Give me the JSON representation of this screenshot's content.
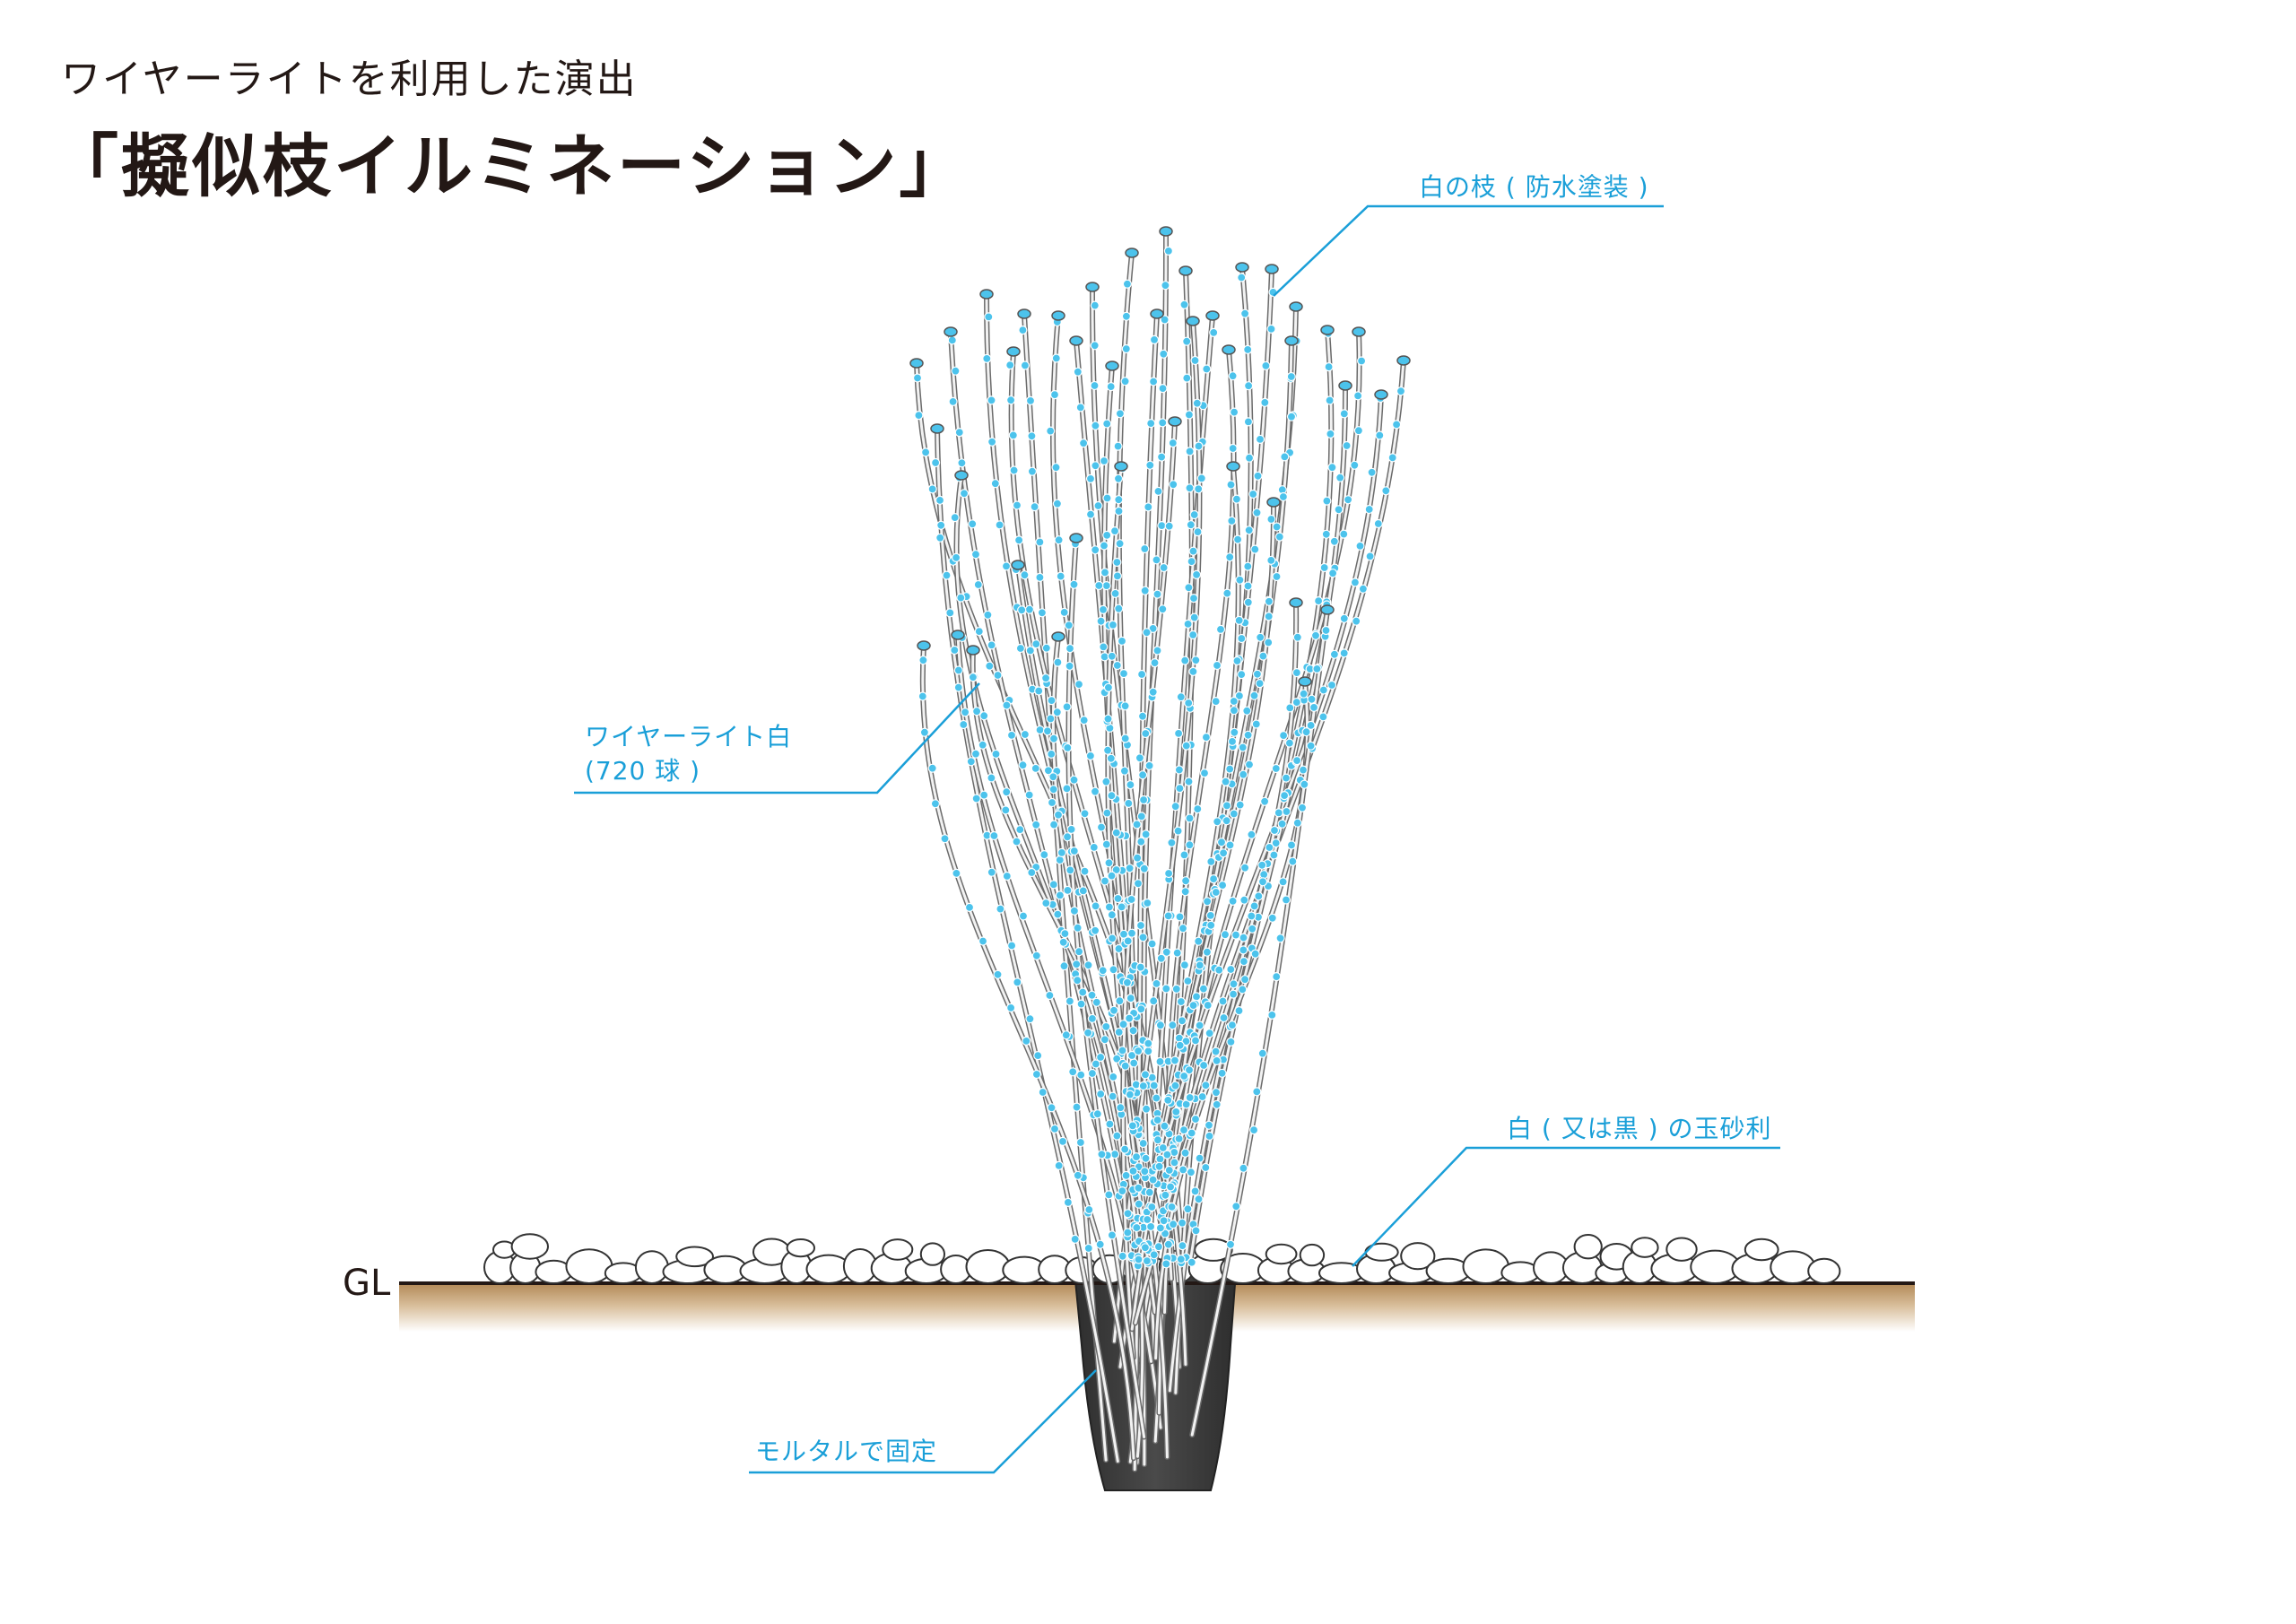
{
  "heading": {
    "subtitle": "ワイヤーライトを利用した演出",
    "title": "「擬似枝イルミネーション」"
  },
  "callouts": {
    "branch": "白の枝 ( 防水塗装 )",
    "wire_light_line1": "ワイヤーライト白",
    "wire_light_line2": "(720 球 )",
    "gravel": "白 ( 又は黒 ) の玉砂利",
    "mortar": "モルタルで固定"
  },
  "ground": {
    "label": "GL"
  },
  "colors": {
    "callout": "#1a9fd8",
    "bulb": "#4cc3ec",
    "soil": "#c8a37a",
    "pot": "#3e3e3e",
    "text": "#231815"
  }
}
